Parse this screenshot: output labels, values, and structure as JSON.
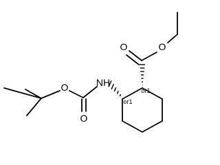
{
  "molecule": {
    "atoms": {
      "ester_carbonyl_oxygen": "O",
      "ester_oxygen": "O",
      "amine_nitrogen": "NH",
      "carbamate_ester_oxygen": "O",
      "carbamate_carbonyl_oxygen": "O"
    },
    "stereo_labels": {
      "c1": "or1",
      "c2": "or1"
    }
  }
}
